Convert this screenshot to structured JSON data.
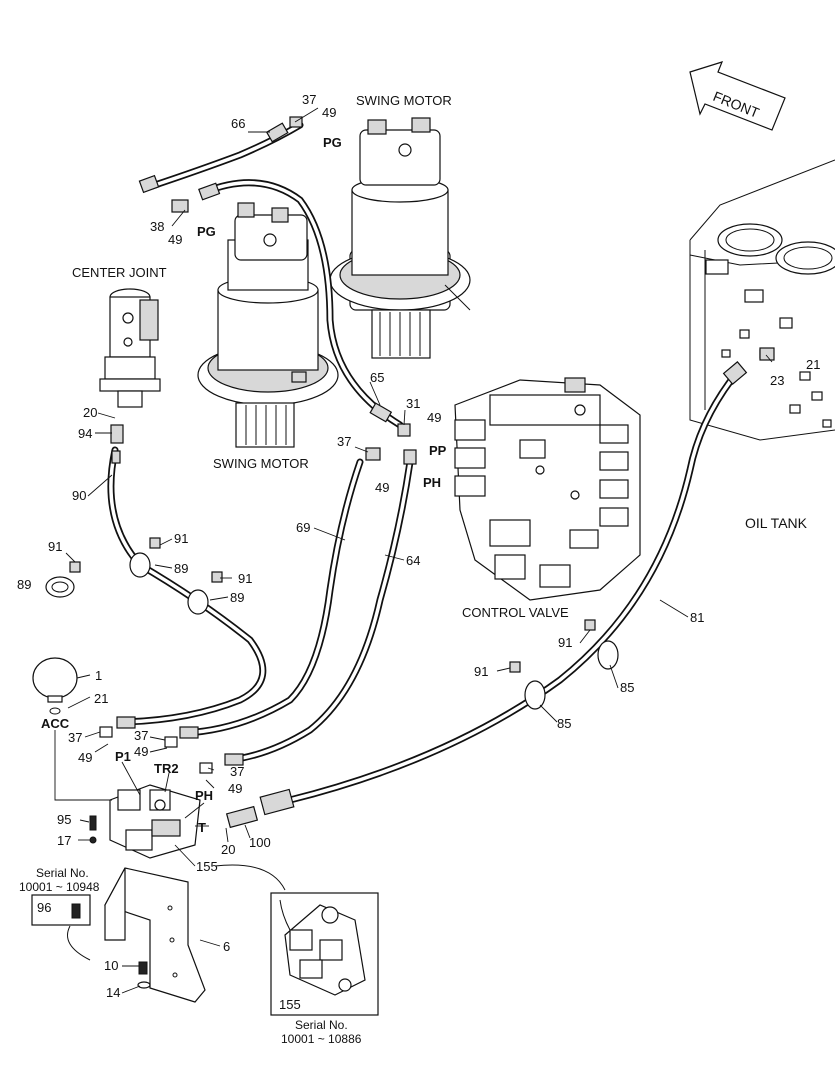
{
  "components": {
    "swing_motor_rear": "SWING MOTOR",
    "swing_motor_front": "SWING MOTOR",
    "center_joint": "CENTER JOINT",
    "control_valve": "CONTROL VALVE",
    "oil_tank": "OIL TANK",
    "front_arrow": "FRONT"
  },
  "port_labels": {
    "pg_top": "PG",
    "pg_left": "PG",
    "pp": "PP",
    "ph_valve": "PH",
    "acc": "ACC",
    "p1": "P1",
    "tr2": "TR2",
    "ph_block": "PH",
    "t": "T"
  },
  "part_numbers": {
    "n37_top": "37",
    "n49_top": "49",
    "n66": "66",
    "n38": "38",
    "n49_pg": "49",
    "n20_cj": "20",
    "n94": "94",
    "n65": "65",
    "n31": "31",
    "n49_pp": "49",
    "n37_valve": "37",
    "n49_valve": "49",
    "n23": "23",
    "n21_tank": "21",
    "n90": "90",
    "n91_a": "91",
    "n89_a": "89",
    "n91_b": "91",
    "n89_b": "89",
    "n91_c": "91",
    "n89_c": "89",
    "n69": "69",
    "n64": "64",
    "n81": "81",
    "n91_d": "91",
    "n85_a": "85",
    "n91_e": "91",
    "n85_b": "85",
    "n1": "1",
    "n21_acc": "21",
    "n37_a": "37",
    "n49_a": "49",
    "n37_b": "37",
    "n49_b": "49",
    "n37_c": "37",
    "n49_c": "49",
    "n95": "95",
    "n17": "17",
    "n20_t": "20",
    "n100": "100",
    "n155_main": "155",
    "n96": "96",
    "n6": "6",
    "n10": "10",
    "n14": "14",
    "n155_inset": "155"
  },
  "serial_notes": {
    "left_title": "Serial No.",
    "left_range": "10001 ~ 10948",
    "inset_title": "Serial No.",
    "inset_range": "10001 ~ 10886"
  }
}
